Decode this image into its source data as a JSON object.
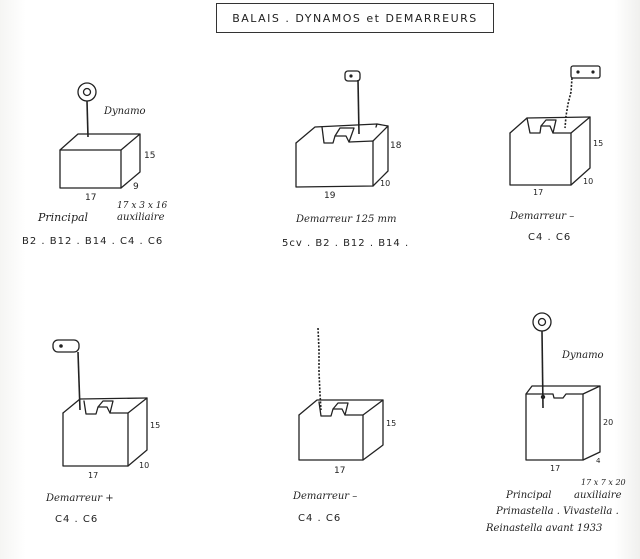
{
  "title": "BALAIS . DYNAMOS et DEMARREURS",
  "items": [
    {
      "id": "dynamo-principal",
      "dim_height": "15",
      "dim_width": "17",
      "dim_depth": "9",
      "label_dynamo": "Dynamo",
      "label_principal": "Principal",
      "label_auxiliaire": "auxiliaire",
      "aux_dims": "17 x 3 x 16",
      "models": "B2 . B12 . B14 . C4 . C6"
    },
    {
      "id": "demarreur-125",
      "dim_height": "18",
      "dim_width": "19",
      "dim_depth": "10",
      "label": "Demarreur 125 mm",
      "models": "5cv . B2 . B12 . B14 ."
    },
    {
      "id": "demarreur-minus-c4",
      "dim_height": "15",
      "dim_width": "17",
      "dim_depth": "10",
      "label": "Demarreur –",
      "models": "C4 . C6"
    },
    {
      "id": "demarreur-plus",
      "dim_height": "15",
      "dim_width": "17",
      "dim_depth": "10",
      "label": "Demarreur +",
      "models": "C4 . C6"
    },
    {
      "id": "demarreur-minus-braid",
      "dim_height": "15",
      "dim_width": "17",
      "dim_depth": "",
      "label": "Demarreur –",
      "models": "C4 . C6"
    },
    {
      "id": "dynamo-rosengart",
      "dim_height": "20",
      "dim_width": "17",
      "dim_depth": "4",
      "label_dynamo": "Dynamo",
      "aux_dims": "17 x 7 x 20",
      "label_principal": "Principal",
      "label_auxiliaire": "auxiliaire",
      "models_line1": "Primastella . Vivastella .",
      "models_line2": "Reinastella avant 1933"
    }
  ]
}
